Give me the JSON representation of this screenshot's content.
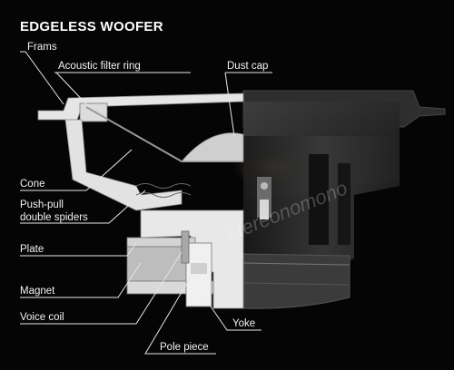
{
  "title": "EDGELESS WOOFER",
  "watermark": "stereonomono",
  "labels": {
    "frame": "Frams",
    "filter_ring": "Acoustic filter ring",
    "dust_cap": "Dust cap",
    "cone": "Cone",
    "spiders_line1": "Push-pull",
    "spiders_line2": "double spiders",
    "plate": "Plate",
    "magnet": "Magnet",
    "voice_coil": "Voice coil",
    "yoke": "Yoke",
    "pole_piece": "Pole piece"
  },
  "colors": {
    "background": "#050505",
    "cutaway": "#e4e4e4",
    "cutaway_shade": "#c9c9c9",
    "body": "#2a2a2a",
    "text": "#f2f2f2"
  }
}
